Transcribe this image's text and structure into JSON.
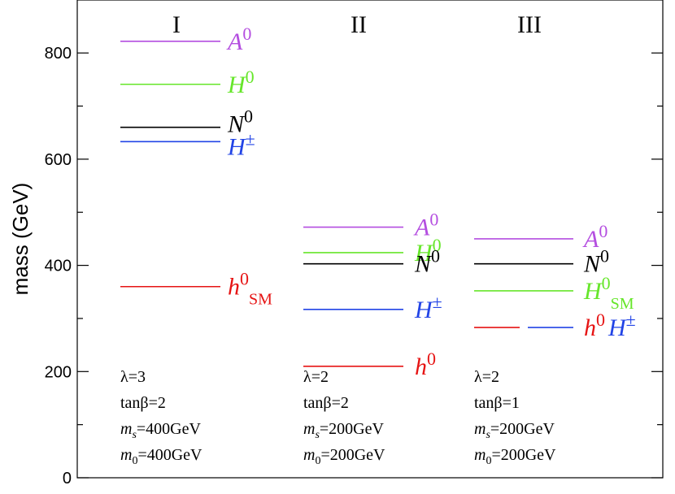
{
  "chart_data": {
    "type": "mass-spectrum",
    "ylabel": "mass (GeV)",
    "ylim": [
      0,
      900
    ],
    "yticks": [
      "0",
      "200",
      "400",
      "600",
      "800"
    ],
    "yticks_values": [
      0,
      200,
      400,
      600,
      800
    ],
    "grid": false,
    "colors": {
      "A0": "#b44ee0",
      "H0": "#66e62a",
      "N0": "#000000",
      "Hpm": "#2244e6",
      "h0": "#e61414"
    },
    "scenarios": [
      {
        "label": "I",
        "params": [
          "λ=3",
          "tanβ=2",
          "ms=400GeV",
          "m0=400GeV"
        ],
        "params_parts": [
          {
            "a": "λ=3"
          },
          {
            "a": "tanβ=2"
          },
          {
            "v": "m",
            "sub": "s",
            "b": "=400GeV"
          },
          {
            "v": "m",
            "sub": "0",
            "b": "=400GeV"
          }
        ],
        "levels": [
          {
            "particle": "A0",
            "mass": 822,
            "name": "A",
            "sup": "0",
            "sub": "",
            "color_key": "A0"
          },
          {
            "particle": "H0",
            "mass": 741,
            "name": "H",
            "sup": "0",
            "sub": "",
            "color_key": "H0"
          },
          {
            "particle": "N0",
            "mass": 660,
            "name": "N",
            "sup": "0",
            "sub": "",
            "color_key": "N0"
          },
          {
            "particle": "H±",
            "mass": 633,
            "name": "H",
            "sup": "±",
            "sub": "",
            "color_key": "Hpm"
          },
          {
            "particle": "h0 SM",
            "mass": 360,
            "name": "h",
            "sup": "0",
            "sub": "SM",
            "color_key": "h0"
          }
        ]
      },
      {
        "label": "II",
        "params": [
          "λ=2",
          "tanβ=2",
          "ms=200GeV",
          "m0=200GeV"
        ],
        "params_parts": [
          {
            "a": "λ=2"
          },
          {
            "a": "tanβ=2"
          },
          {
            "v": "m",
            "sub": "s",
            "b": "=200GeV"
          },
          {
            "v": "m",
            "sub": "0",
            "b": "=200GeV"
          }
        ],
        "levels": [
          {
            "particle": "A0",
            "mass": 472,
            "name": "A",
            "sup": "0",
            "sub": "",
            "color_key": "A0"
          },
          {
            "particle": "H0",
            "mass": 424,
            "name": "H",
            "sup": "0",
            "sub": "",
            "color_key": "H0"
          },
          {
            "particle": "N0",
            "mass": 403,
            "name": "N",
            "sup": "0",
            "sub": "",
            "color_key": "N0"
          },
          {
            "particle": "H±",
            "mass": 317,
            "name": "H",
            "sup": "±",
            "sub": "",
            "color_key": "Hpm"
          },
          {
            "particle": "h0",
            "mass": 210,
            "name": "h",
            "sup": "0",
            "sub": "",
            "color_key": "h0"
          }
        ]
      },
      {
        "label": "III",
        "params": [
          "λ=2",
          "tanβ=1",
          "ms=200GeV",
          "m0=200GeV"
        ],
        "params_parts": [
          {
            "a": "λ=2"
          },
          {
            "a": "tanβ=1"
          },
          {
            "v": "m",
            "sub": "s",
            "b": "=200GeV"
          },
          {
            "v": "m",
            "sub": "0",
            "b": "=200GeV"
          }
        ],
        "levels": [
          {
            "particle": "A0",
            "mass": 450,
            "name": "A",
            "sup": "0",
            "sub": "",
            "color_key": "A0"
          },
          {
            "particle": "N0",
            "mass": 403,
            "name": "N",
            "sup": "0",
            "sub": "",
            "color_key": "N0"
          },
          {
            "particle": "H0 SM",
            "mass": 352,
            "name": "H",
            "sup": "0",
            "sub": "SM",
            "color_key": "H0"
          },
          {
            "particle": "h0",
            "mass": 283,
            "name": "h",
            "sup": "0",
            "sub": "",
            "color_key": "h0",
            "half": "left"
          },
          {
            "particle": "H±",
            "mass": 283,
            "name": "H",
            "sup": "±",
            "sub": "",
            "color_key": "Hpm",
            "half": "right"
          }
        ]
      }
    ]
  }
}
